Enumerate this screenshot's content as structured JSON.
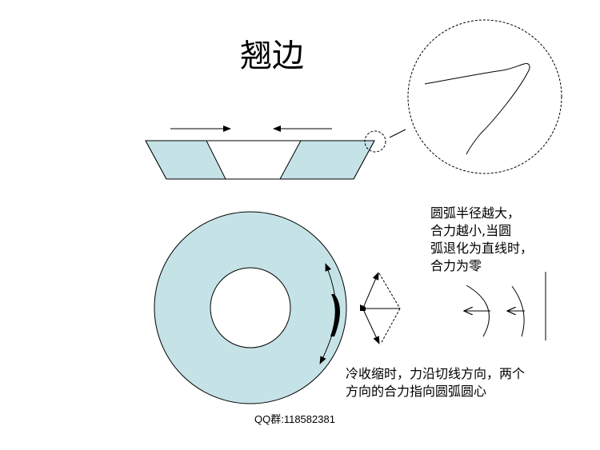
{
  "title": "翘边",
  "note_top": [
    "圆弧半径越大，",
    "合力越小,当圆",
    "弧退化为直线时，",
    "合力为零"
  ],
  "note_bottom": [
    "冷收缩时，力沿切线方向，两个",
    "方向的合力指向圆弧圆心"
  ],
  "footer": "QQ群:118582381",
  "colors": {
    "fill": "#c5e3e6",
    "stroke": "#000000",
    "arrow_blue": "#1f3f8f"
  }
}
